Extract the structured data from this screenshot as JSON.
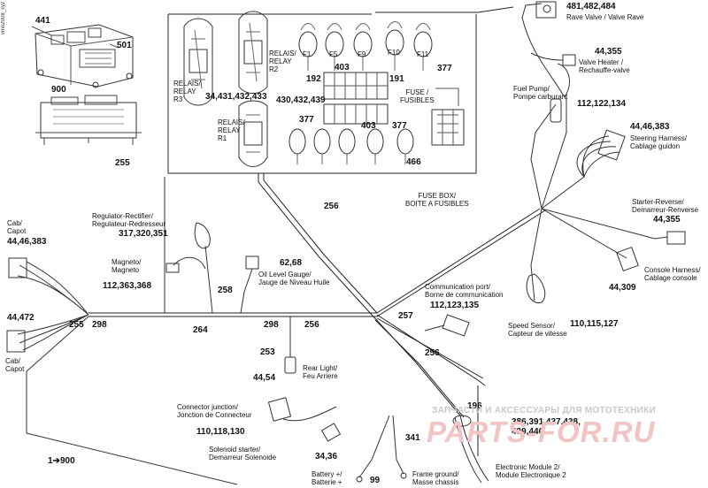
{
  "doc_code": "vmo2008_xyz",
  "labels": {
    "n441": "441",
    "n501": "501",
    "n900": "900",
    "n255_left": "255",
    "relais_r3": "RELAIS/\nRELAY\nR3",
    "relais_r2": "RELAIS/\nRELAY\nR2",
    "relais_r1": "RELAIS/\nRELAY\nR1",
    "relay_nums_top": "34,431,432,433",
    "relay_nums_bot": "430,432,439",
    "n192": "192",
    "n403a": "403",
    "n191": "191",
    "n377a": "377",
    "fuse_title": "FUSE /\nFUSIBLES",
    "n377b": "377",
    "n403b": "403",
    "n377c": "377",
    "n466": "466",
    "fuse_box": "FUSE BOX/\nBOITE A FUSIBLES",
    "n256_top": "256",
    "n481": "481,482,484",
    "rave_valve": "Rave Valve / Valve Rave",
    "n44_355a": "44,355",
    "valve_heater": "Valve Heater /\nRechauffe-valve",
    "fuel_pump": "Fuel Pump/\nPompe carburant",
    "n112_122_134": "112,122,134",
    "n44_48_383r": "44,46,383",
    "steering": "Steering Harness/\nCablage guidon",
    "starter_reverse": "Starter-Reverse/\nDemarreur-Renverse",
    "n44_355b": "44,355",
    "console": "Console Harness/\nCablage console",
    "n44_309": "44,309",
    "speed_sensor": "Speed Sensor/\nCapteur de vitesse",
    "n110_115_127": "110,115,127",
    "regulator": "Regulator-Rectifier/\nRegulateur-Redresseur",
    "n317": "317,320,351",
    "cab_top": "Cab/\nCapot",
    "n44_46_383l": "44,46,383",
    "magneto": "Magneto/\nMagneto",
    "n112_363": "112,363,368",
    "n258": "258",
    "oil": "Oil Level Gauge/\nJauge de Niveau Huile",
    "n62_68": "62,68",
    "comm_port": "Communication port/\nBorne de communication",
    "n112_123_135": "112,123,135",
    "n44_472": "44,472",
    "n255_mid": "255",
    "n298a": "298",
    "n264": "264",
    "n298b": "298",
    "n256_mid": "256",
    "n257": "257",
    "n253": "253",
    "rear_light": "Rear Light/\nFeu Arriere",
    "n44_54": "44,54",
    "n256_right": "256",
    "cab_bottom": "Cab/\nCapot",
    "connector": "Connector junction/\nJonction de Connecteur",
    "n110_118_130": "110,118,130",
    "solenoid": "Solenoid starter/\nDemarreur Solenoide",
    "n34_36": "34,36",
    "n196": "196",
    "n386": "386,391,437,438,\n439,440",
    "n341": "341",
    "battery": "Battery +/\nBatterie +",
    "n99": "99",
    "frame_ground": "Frame ground/\nMasse chassis",
    "ecm2": "Electronic Module 2/\nModule Electronique 2",
    "n1_900": "1➔900",
    "fuse_f1": "F1",
    "fuse_f5": "F5",
    "fuse_f9": "F9",
    "fuse_f10": "F10",
    "fuse_f11": "F11"
  },
  "watermark": {
    "line1": "ЗАПЧАСТИ И АКСЕССУАРЫ ДЛЯ МОТОТЕХНИКИ",
    "line2": "PARTS-FOR.RU"
  }
}
